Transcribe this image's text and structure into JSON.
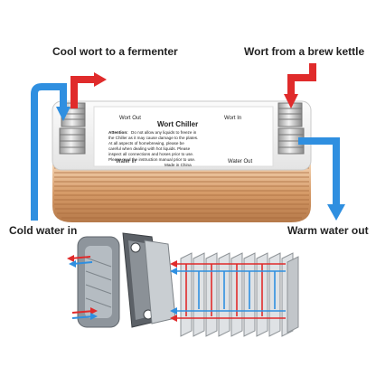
{
  "labels": {
    "cool_wort": "Cool wort to a fermenter",
    "wort_from": "Wort from a brew kettle",
    "cold_water": "Cold water in",
    "warm_water": "Warm water out"
  },
  "plate": {
    "wort_out": "Wort  Out",
    "wort_in": "Wort   In",
    "water_in": "Water  In",
    "water_out": "Water  Out",
    "title": "Wort Chiller",
    "attention_lead": "Attention:",
    "attention_lines": [
      "Do not allow any liquids to freeze in",
      "the Chiller as it may cause damage to the plates.",
      "At all aspects of homebrewing, please be",
      "careful when dealing with hot liquids. Please",
      "inspect all connections and hoses prior to use.",
      "Please read the instruction manual prior to use.",
      "Made in China"
    ]
  },
  "colors": {
    "hot": "#e02b2b",
    "cold": "#2f8fe0",
    "copper": "#d9a679",
    "plate": "#f4f4f4"
  },
  "icons": [
    "red-arrow-icon",
    "blue-arrow-icon"
  ]
}
